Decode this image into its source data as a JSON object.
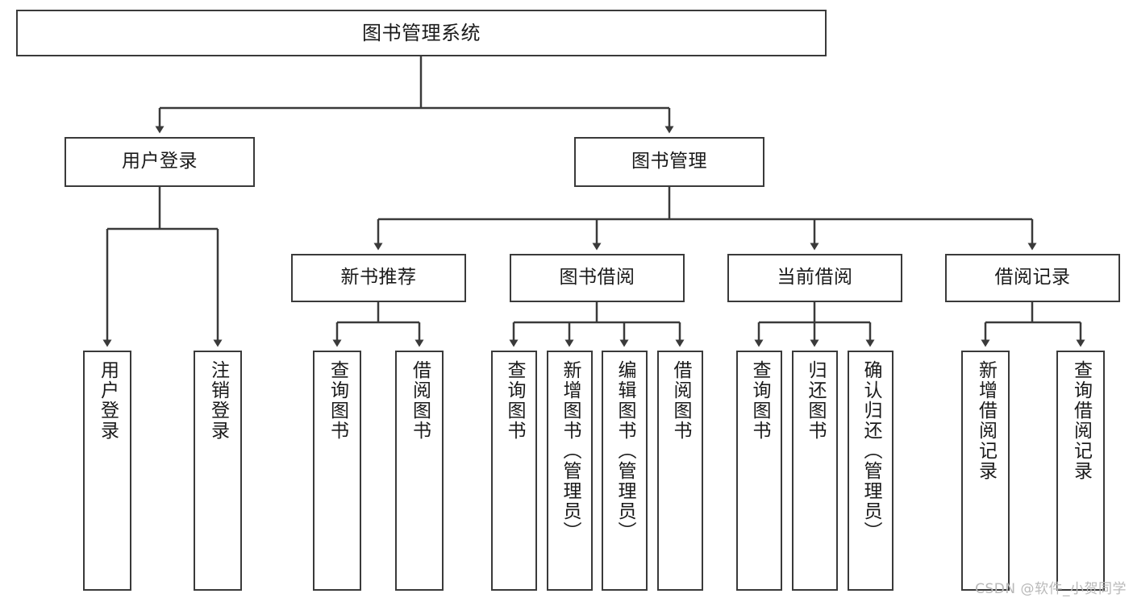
{
  "diagram": {
    "title": "图书管理系统",
    "watermark": "CSDN @软件_小贺同学",
    "colors": {
      "background": "#ffffff",
      "box_border": "#3a3a3a",
      "box_fill": "#ffffff",
      "text": "#1a1a1a",
      "connector": "#3a3a3a",
      "watermark": "#b9b9b9"
    },
    "nodes": {
      "root": {
        "label": "图书管理系统"
      },
      "level2": [
        {
          "label": "用户登录"
        },
        {
          "label": "图书管理"
        }
      ],
      "level3": [
        {
          "label": "新书推荐"
        },
        {
          "label": "图书借阅"
        },
        {
          "label": "当前借阅"
        },
        {
          "label": "借阅记录"
        }
      ],
      "leaves": {
        "user_login": [
          {
            "label": "用户登录"
          },
          {
            "label": "注销登录"
          }
        ],
        "new_book_recommend": [
          {
            "label": "查询图书"
          },
          {
            "label": "借阅图书"
          }
        ],
        "book_borrow": [
          {
            "label": "查询图书"
          },
          {
            "label": "新增图书（管理员）"
          },
          {
            "label": "编辑图书（管理员）"
          },
          {
            "label": "借阅图书"
          }
        ],
        "current_borrow": [
          {
            "label": "查询图书"
          },
          {
            "label": "归还图书"
          },
          {
            "label": "确认归还（管理员）"
          }
        ],
        "borrow_record": [
          {
            "label": "新增借阅记录"
          },
          {
            "label": "查询借阅记录"
          }
        ]
      }
    }
  }
}
